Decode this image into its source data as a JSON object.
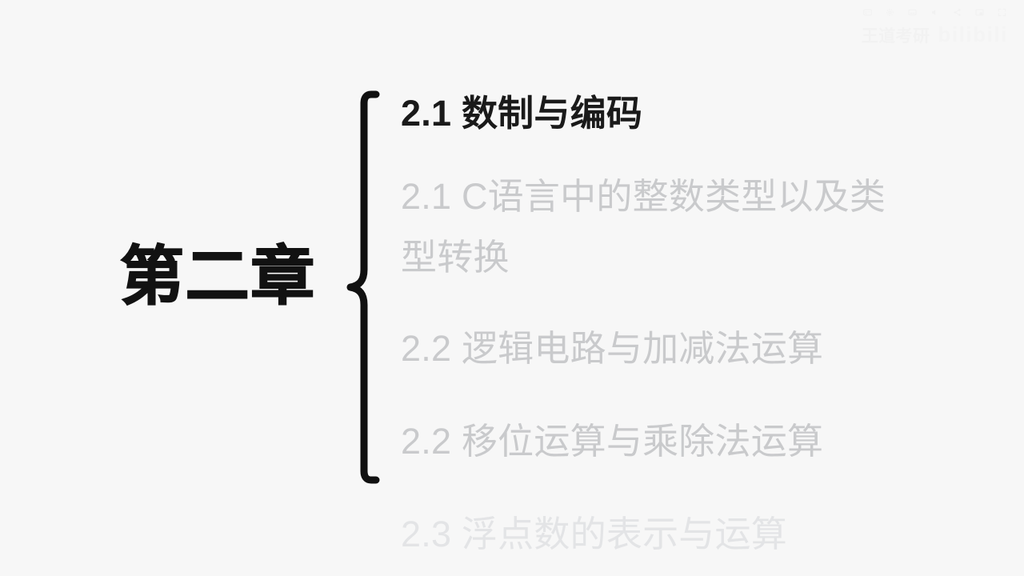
{
  "slide": {
    "background_color": "#f7f7f7",
    "chapter_label": "第二章",
    "chapter_color": "#121212",
    "brace_color": "#111111",
    "active_color": "#1a1a1a",
    "dim_color": "#c9cacc",
    "faint_color": "#e3e4e6"
  },
  "outline": {
    "items": [
      {
        "label": "2.1 数制与编码",
        "number": "2.1",
        "state": "active"
      },
      {
        "label": "2.1 C语言中的整数类型以及类型转换",
        "number": "2.1",
        "state": "dim"
      },
      {
        "label": "2.2 逻辑电路与加减法运算",
        "number": "2.2",
        "state": "dim"
      },
      {
        "label": "2.2 移位运算与乘除法运算",
        "number": "2.2",
        "state": "dim"
      },
      {
        "label": "2.3 浮点数的表示与运算",
        "number": "2.3",
        "state": "faint"
      }
    ]
  },
  "watermark": {
    "text": "王道考研",
    "logo": "bilibili",
    "icons": [
      "danmaku-icon",
      "settings-icon",
      "subtitle-icon",
      "volume-icon",
      "share-icon",
      "pip-icon",
      "fullscreen-icon"
    ]
  }
}
